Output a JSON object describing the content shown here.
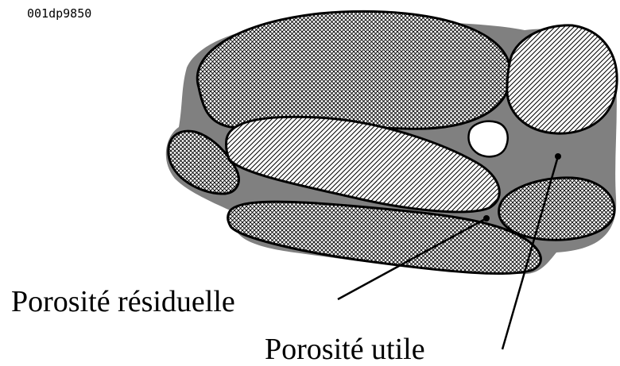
{
  "figure_code": "001dp9850",
  "labels": {
    "residual": "Porosité résiduelle",
    "useful": "Porosité utile"
  },
  "colors": {
    "matrix": "#808080",
    "grain_fill": "#ffffff",
    "outline": "#000000"
  },
  "grains": [
    {
      "name": "grain-large-top",
      "pattern": "crosshatch"
    },
    {
      "name": "grain-round-right",
      "pattern": "diagonal-hatch"
    },
    {
      "name": "grain-small-left",
      "pattern": "crosshatch"
    },
    {
      "name": "grain-elongated-center",
      "pattern": "diagonal-hatch"
    },
    {
      "name": "grain-bottom-long",
      "pattern": "crosshatch"
    },
    {
      "name": "grain-bottom-right",
      "pattern": "crosshatch"
    }
  ]
}
